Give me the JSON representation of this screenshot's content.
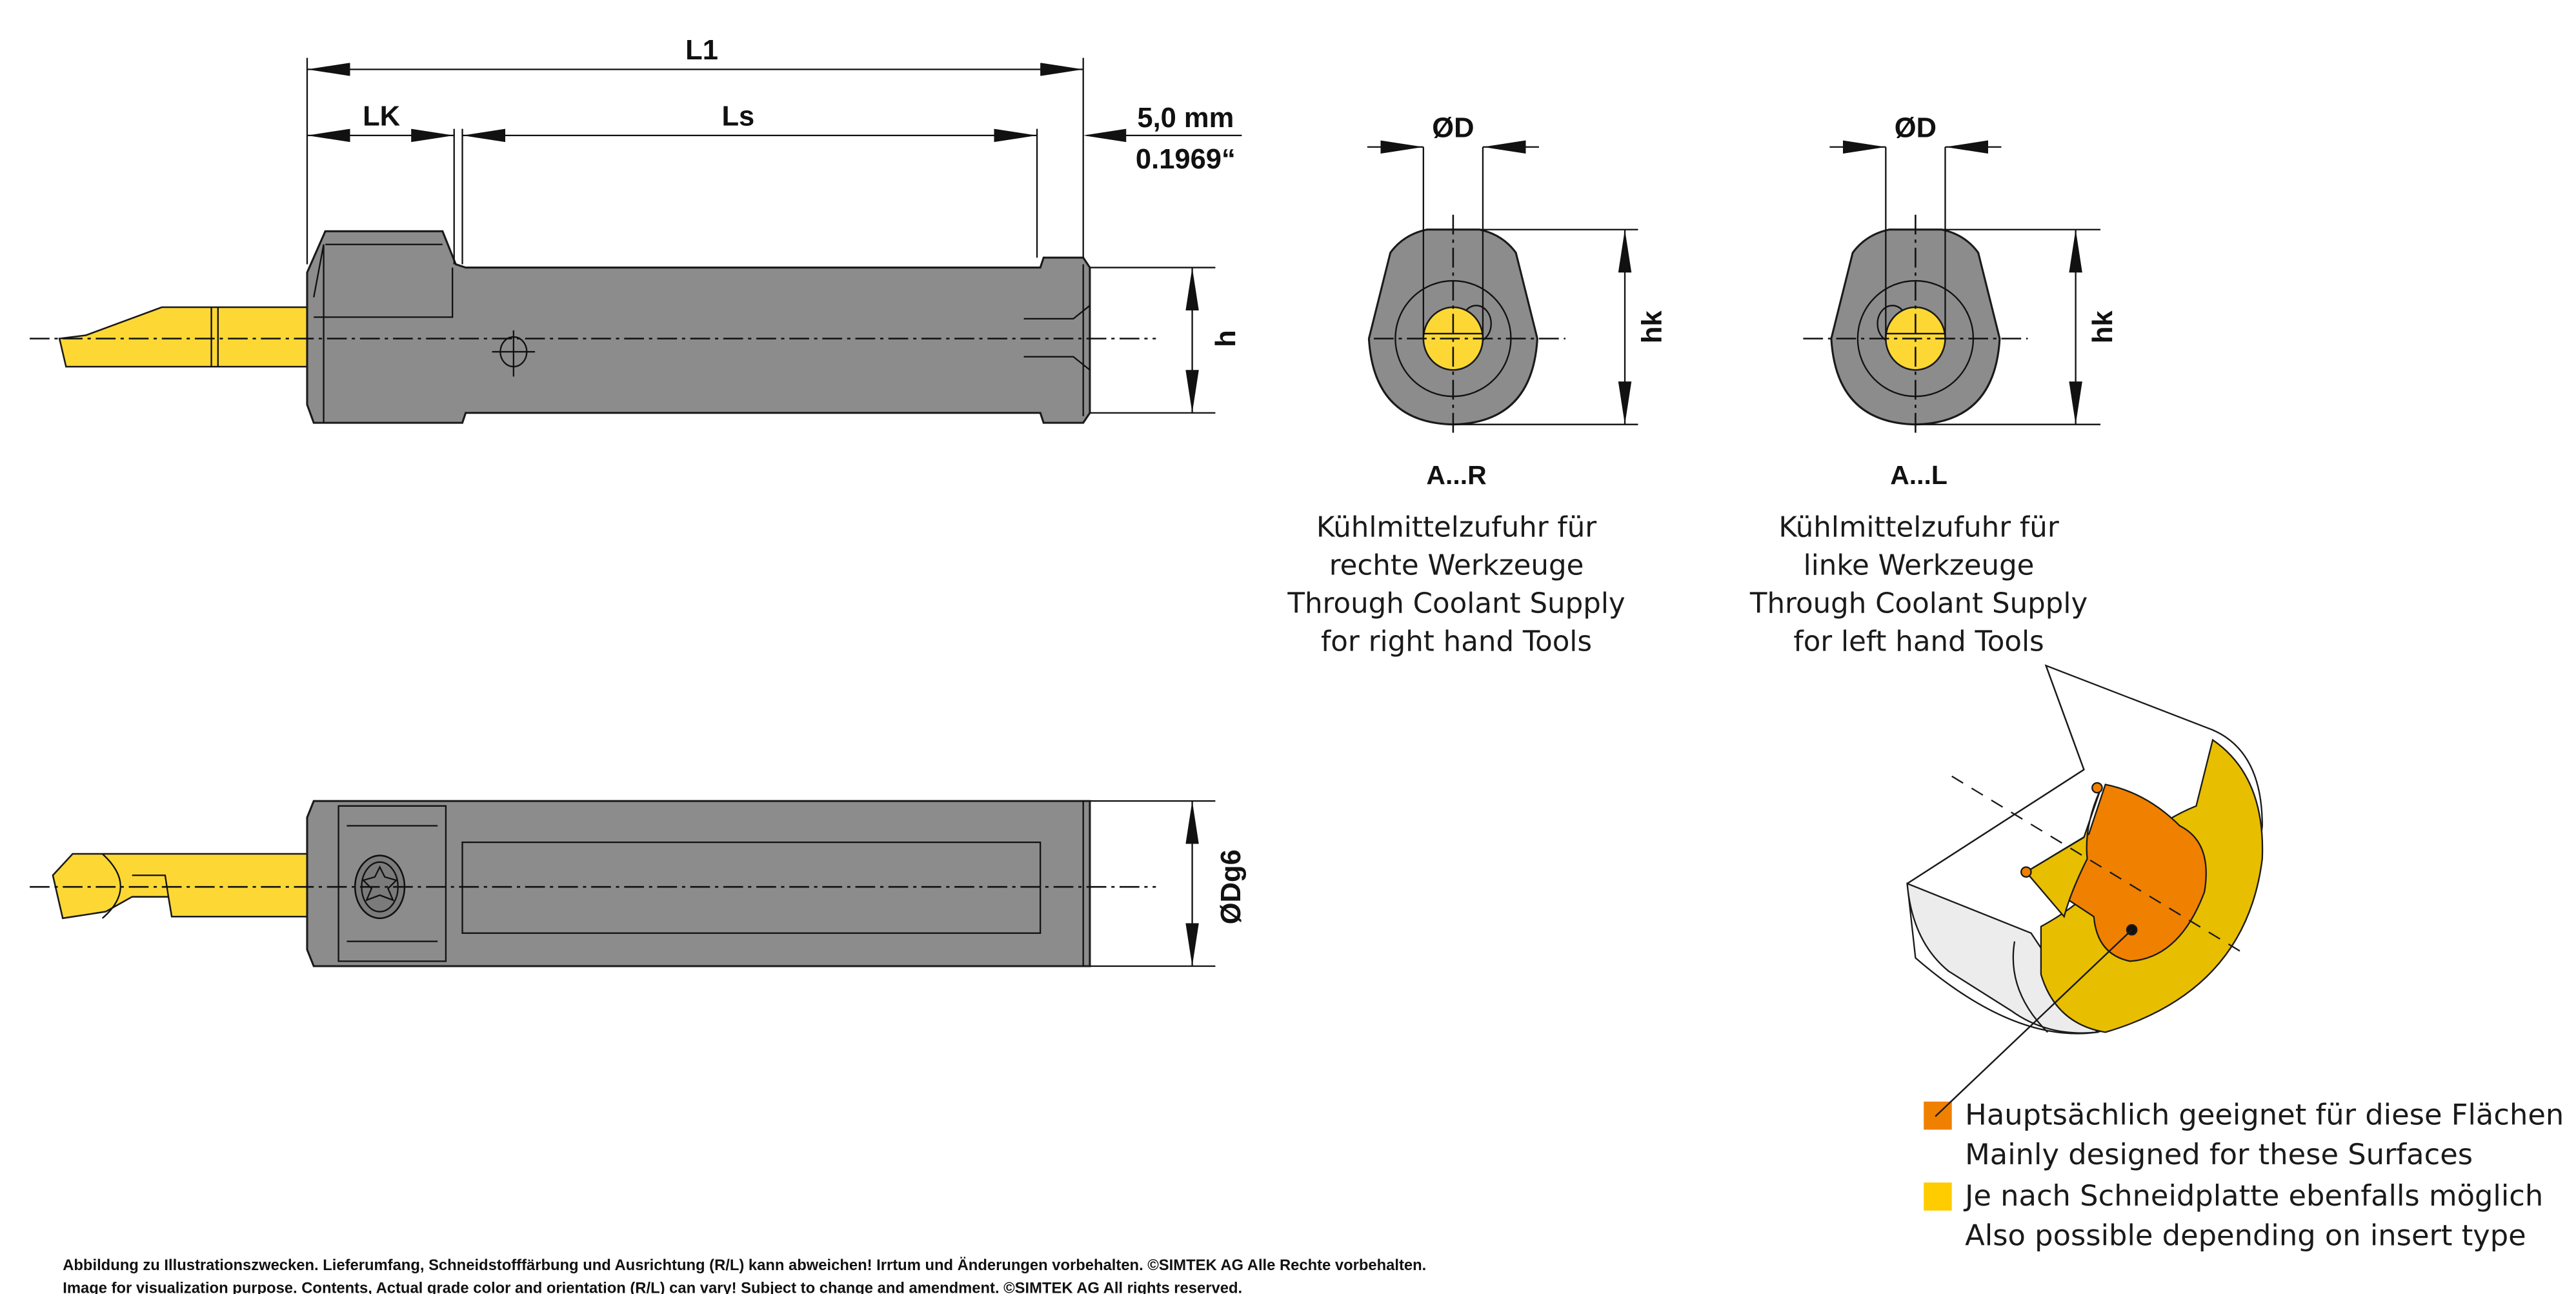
{
  "dimensions": {
    "l1": "L1",
    "lk": "LK",
    "ls": "Ls",
    "offset_mm": "5,0 mm",
    "offset_in": "0.1969“",
    "h": "h",
    "dg6": "ØDg6",
    "d": "ØD",
    "hk": "hk"
  },
  "end_views": [
    {
      "label": "A...R",
      "lines": [
        "Kühlmittelzufuhr für",
        "rechte Werkzeuge",
        "Through Coolant Supply",
        "for right hand Tools"
      ]
    },
    {
      "label": "A...L",
      "lines": [
        "Kühlmittelzufuhr für",
        "linke Werkzeuge",
        "Through Coolant Supply",
        "for left hand Tools"
      ]
    }
  ],
  "legend": [
    {
      "color": "#F08000",
      "de": "Hauptsächlich geeignet für diese Flächen",
      "en": "Mainly designed for these Surfaces"
    },
    {
      "color": "#FFCC00",
      "de": "Je nach Schneidplatte ebenfalls möglich",
      "en": "Also possible depending on insert type"
    }
  ],
  "footer": {
    "de": "Abbildung zu Illustrationszwecken. Lieferumfang, Schneidstofffärbung und Ausrichtung (R/L) kann abweichen! Irrtum und Änderungen vorbehalten. ©SIMTEK AG Alle Rechte vorbehalten.",
    "en": "Image for visualization purpose. Contents, Actual grade color and orientation (R/L) can vary! Subject to change and amendment. ©SIMTEK AG All rights reserved."
  }
}
